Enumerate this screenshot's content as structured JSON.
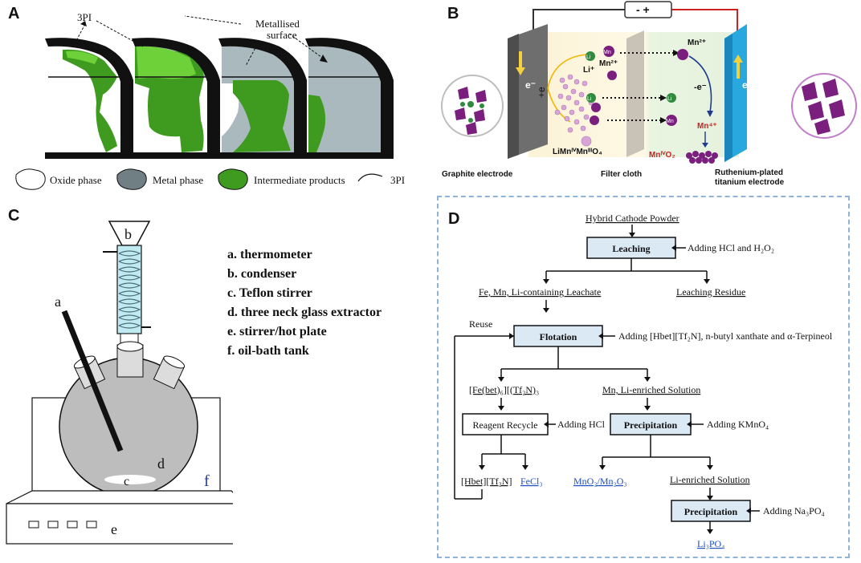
{
  "panels": {
    "a": "A",
    "b": "B",
    "c": "C",
    "d": "D"
  },
  "panelA": {
    "label_3pi": "3PI",
    "label_metallised": "Metallised\nsurface",
    "label_metallised_1": "Metallised",
    "label_metallised_2": "surface",
    "legend": {
      "oxide": "Oxide phase",
      "metal": "Metal phase",
      "intermediate": "Intermediate products",
      "tpi": "3PI"
    },
    "colors": {
      "oxide": "#ffffff",
      "metal": "#a9b9bd",
      "intermediate": "#3f9b1f",
      "intermediate_light": "#6fd13a",
      "frame": "#111111"
    }
  },
  "panelB": {
    "power": "- +",
    "graphite": "Graphite electrode",
    "filter": "Filter cloth",
    "ruthenium_1": "Ruthenium-plated",
    "ruthenium_2": "titanium electrode",
    "e_left": "e⁻",
    "e_right": "e⁻",
    "plus_e": "+e",
    "minus_e": "-e⁻",
    "li": "Li",
    "li_plus": "Li⁺",
    "mn": "Mn",
    "mn2": "Mn²⁺",
    "mn2_top": "Mn²⁺",
    "mn4": "Mn⁴⁺",
    "mno2": "MnᴵⱽO₂",
    "limno": "LiMnᴵⱽMnᴵᴵᴵO₄",
    "colors": {
      "left_electrode": "#6e6e6e",
      "right_electrode": "#29a8e0",
      "purple": "#7a1f7e",
      "green": "#2f8a3e",
      "red": "#cc2222"
    }
  },
  "panelC": {
    "a": "a",
    "b": "b",
    "c": "c",
    "d": "d",
    "e": "e",
    "f": "f",
    "list": [
      "a. thermometer",
      "b. condenser",
      "c. Teflon stirrer",
      "d. three neck glass extractor",
      "e. stirrer/hot plate",
      "f. oil-bath tank"
    ]
  },
  "panelD": {
    "start": "Hybrid Cathode Powder",
    "leaching": "Leaching",
    "adding_hcl_h2o2": "Adding HCl and H₂O₂",
    "leachate": "Fe, Mn, Li-containing Leachate",
    "residue": "Leaching Residue",
    "reuse": "Reuse",
    "flotation": "Flotation",
    "adding_flotation": "Adding [Hbet][Tf₂N], n-butyl xanthate and α-Terpineol",
    "fe_bet": "[Fe(bet)₆][(Tf₂N)₃",
    "mn_li_sol": "Mn, Li-enriched Solution",
    "reagent_recycle": "Reagent Recycle",
    "adding_hcl": "Adding HCl",
    "precipitation": "Precipitation",
    "adding_kmno4": "Adding KMnO₄",
    "hbet": "[Hbet][Tf₂N]",
    "fecl3": "FeCl₃",
    "mno2": "MnO₂/Mn₂O₃",
    "li_enriched": "Li-enriched Solution",
    "precipitation2": "Precipitation",
    "adding_na3po4": "Adding Na₃PO₄",
    "li3po4": "Li₃PO₄",
    "colors": {
      "box_fill": "#dbe9f5",
      "link": "#1f4fbf",
      "border": "#8fb3d9"
    }
  }
}
